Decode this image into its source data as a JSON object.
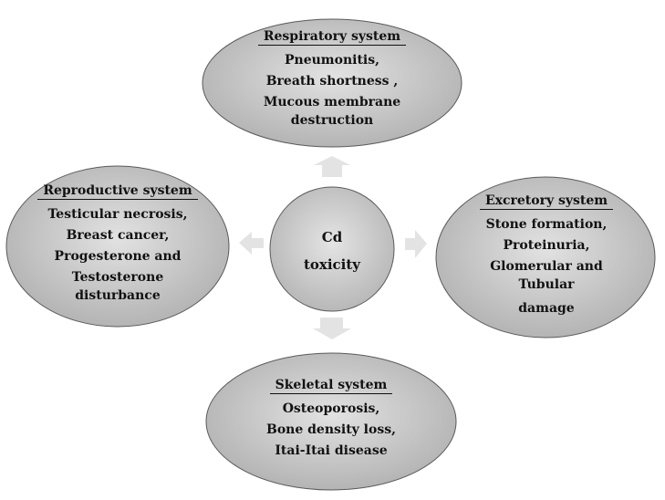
{
  "colors": {
    "ellipse_fill_light": "#e6e6e6",
    "ellipse_fill_dark": "#a8a8a8",
    "ellipse_stroke": "#555555",
    "arrow_fill": "#e3e3e3"
  },
  "center": {
    "lines": [
      "Cd",
      "toxicity"
    ]
  },
  "respiratory": {
    "title": "Respiratory system",
    "lines": [
      "Pneumonitis,",
      "Breath shortness ,",
      "Mucous membrane",
      "destruction"
    ]
  },
  "reproductive": {
    "title": "Reproductive system",
    "lines": [
      "Testicular necrosis,",
      "Breast cancer,",
      "Progesterone and",
      "Testosterone",
      "disturbance"
    ]
  },
  "excretory": {
    "title": "Excretory system",
    "lines": [
      "Stone formation,",
      "Proteinuria,",
      "Glomerular and",
      "Tubular",
      "damage"
    ]
  },
  "skeletal": {
    "title": "Skeletal system",
    "lines": [
      "Osteoporosis,",
      "Bone density loss,",
      "Itai-Itai disease"
    ]
  }
}
